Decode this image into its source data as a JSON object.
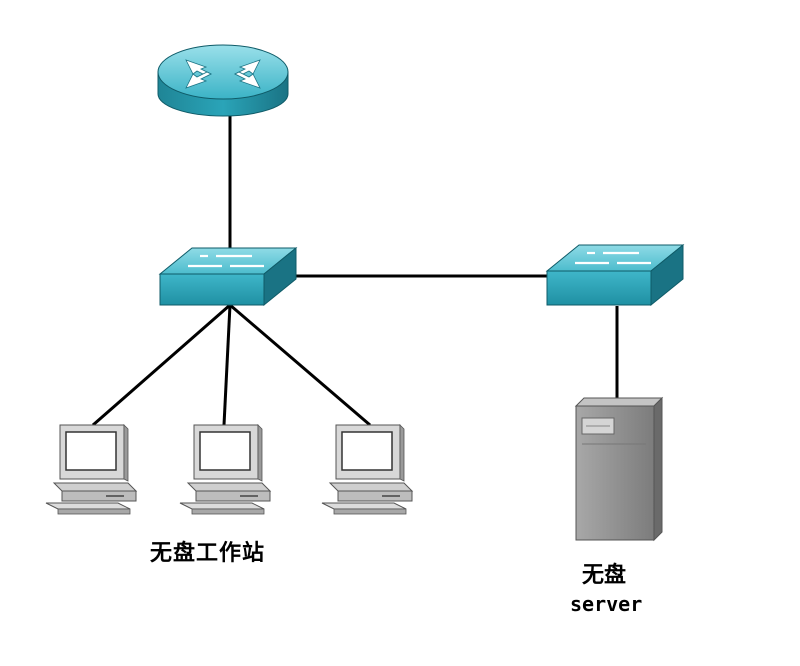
{
  "diagram": {
    "nodes": [
      {
        "id": "router",
        "kind": "router"
      },
      {
        "id": "switch-1",
        "kind": "switch"
      },
      {
        "id": "switch-2",
        "kind": "switch"
      },
      {
        "id": "workstation-1",
        "kind": "diskless-workstation"
      },
      {
        "id": "workstation-2",
        "kind": "diskless-workstation"
      },
      {
        "id": "workstation-3",
        "kind": "diskless-workstation"
      },
      {
        "id": "server",
        "kind": "diskless-server"
      }
    ],
    "edges": [
      {
        "from": "router",
        "to": "switch-1"
      },
      {
        "from": "switch-1",
        "to": "switch-2"
      },
      {
        "from": "switch-1",
        "to": "workstation-1"
      },
      {
        "from": "switch-1",
        "to": "workstation-2"
      },
      {
        "from": "switch-1",
        "to": "workstation-3"
      },
      {
        "from": "switch-2",
        "to": "server"
      }
    ],
    "labels": {
      "workstations": "无盘工作站",
      "server_line1": "无盘",
      "server_line2": "server"
    },
    "colors": {
      "device_teal": "#29a3b8",
      "device_light": "#7fd3df",
      "device_dark": "#1a7384",
      "server_gray": "#8e8e8e",
      "link": "#000000"
    }
  }
}
